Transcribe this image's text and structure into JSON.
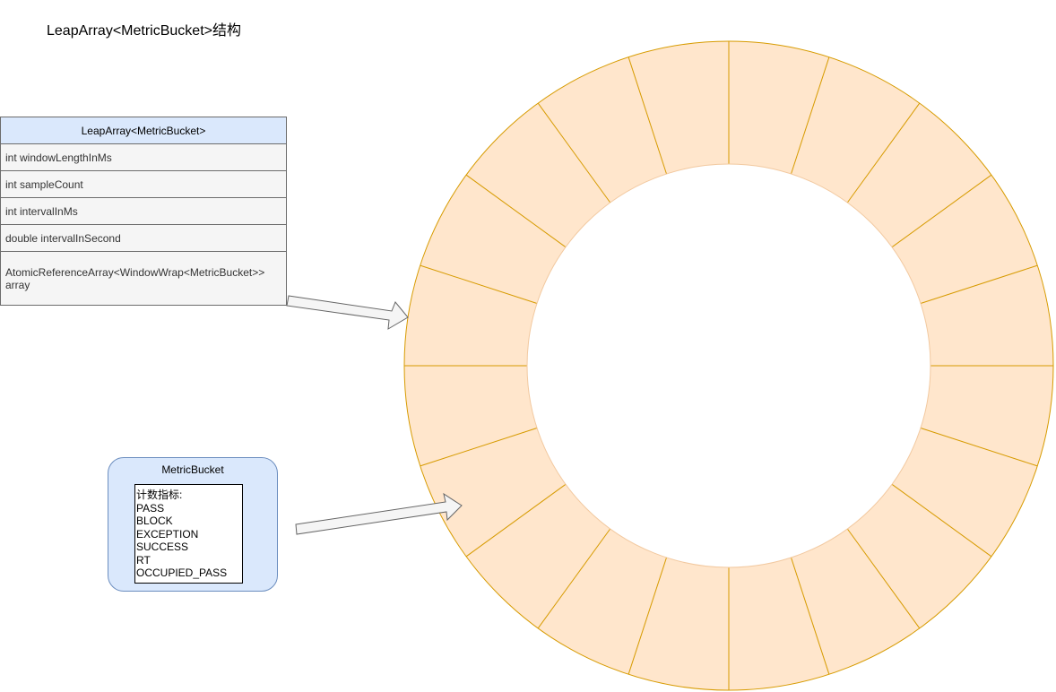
{
  "page": {
    "title": "LeapArray<MetricBucket>结构"
  },
  "leap_array_class": {
    "name": "LeapArray<MetricBucket>",
    "fields": [
      "int windowLengthInMs",
      "int sampleCount",
      "int intervalInMs",
      "double intervalInSecond"
    ],
    "array_field": "AtomicReferenceArray<WindowWrap<MetricBucket>> array"
  },
  "metric_bucket": {
    "title": "MetricBucket",
    "metrics_label": "计数指标:",
    "metrics": [
      "PASS",
      "BLOCK",
      "EXCEPTION",
      "SUCCESS",
      "RT",
      "OCCUPIED_PASS"
    ]
  },
  "ring": {
    "segments": 20,
    "fill_color": "#ffe6cc",
    "stroke_color": "#d79b00"
  },
  "colors": {
    "class_header": "#dae8fc",
    "class_field": "#f5f5f5",
    "bucket_fill": "#dae8fc",
    "bucket_border": "#6c8ebf",
    "arrow_fill": "#f5f5f5",
    "arrow_stroke": "#666666"
  }
}
